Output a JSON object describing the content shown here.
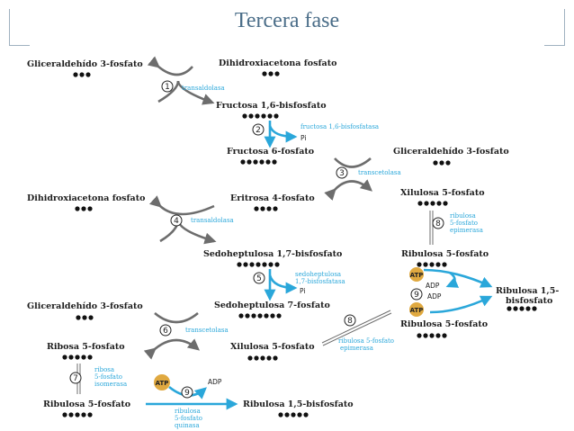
{
  "title": "Tercera fase",
  "colors": {
    "title": "#4a6d88",
    "blue_arrow": "#2aa7da",
    "gray_arrow": "#6d6d6d",
    "atp": "#e0a940"
  },
  "labels": {
    "g3p_1": "Gliceraldehído 3-fosfato",
    "dhap_1": "Dihidroxiacetona fosfato",
    "fbp": "Fructosa 1,6-bisfosfato",
    "f6p": "Fructosa 6-fosfato",
    "g3p_2": "Gliceraldehído 3-fosfato",
    "dhap_2": "Dihidroxiacetona fosfato",
    "e4p": "Eritrosa 4-fosfato",
    "x5p_1": "Xilulosa 5-fosfato",
    "sbp": "Sedoheptulosa 1,7-bisfosfato",
    "ru5p_1": "Ribulosa 5-fosfato",
    "rubp_1": "Ribulosa 1,5-bisfosfato",
    "s7p": "Sedoheptulosa 7-fosfato",
    "g3p_3": "Gliceraldehído 3-fosfato",
    "ru5p_2": "Ribulosa 5-fosfato",
    "r5p": "Ribosa 5-fosfato",
    "x5p_2": "Xilulosa 5-fosfato",
    "ru5p_3": "Ribulosa 5-fosfato",
    "rubp_2": "Ribulosa 1,5-bisfosfato"
  },
  "enzymes": {
    "e1": "transaldolasa",
    "e2": "fructosa 1,6-bisfosfatasa",
    "e3": "transcetolasa",
    "e4": "transaldolasa",
    "e5a": "sedoheptulosa",
    "e5b": "1,7-bisfosfatasa",
    "e6": "transcetolasa",
    "e7a": "ribosa",
    "e7b": "5-fosfato",
    "e7c": "isomerasa",
    "e8a": "ribulosa",
    "e8b": "5-fosfato",
    "e8c": "epimerasa",
    "e8d": "ribulosa 5-fosfato",
    "e8e": "epimerasa",
    "e9a": "ribulosa",
    "e9b": "5-fosfato",
    "e9c": "quinasa"
  },
  "steps": {
    "s1": "1",
    "s2": "2",
    "s3": "3",
    "s4": "4",
    "s5": "5",
    "s6": "6",
    "s7": "7",
    "s8a": "8",
    "s8b": "8",
    "s9a": "9",
    "s9b": "9"
  },
  "cofactors": {
    "atp": "ATP",
    "adp": "ADP",
    "pi": "Pi"
  }
}
